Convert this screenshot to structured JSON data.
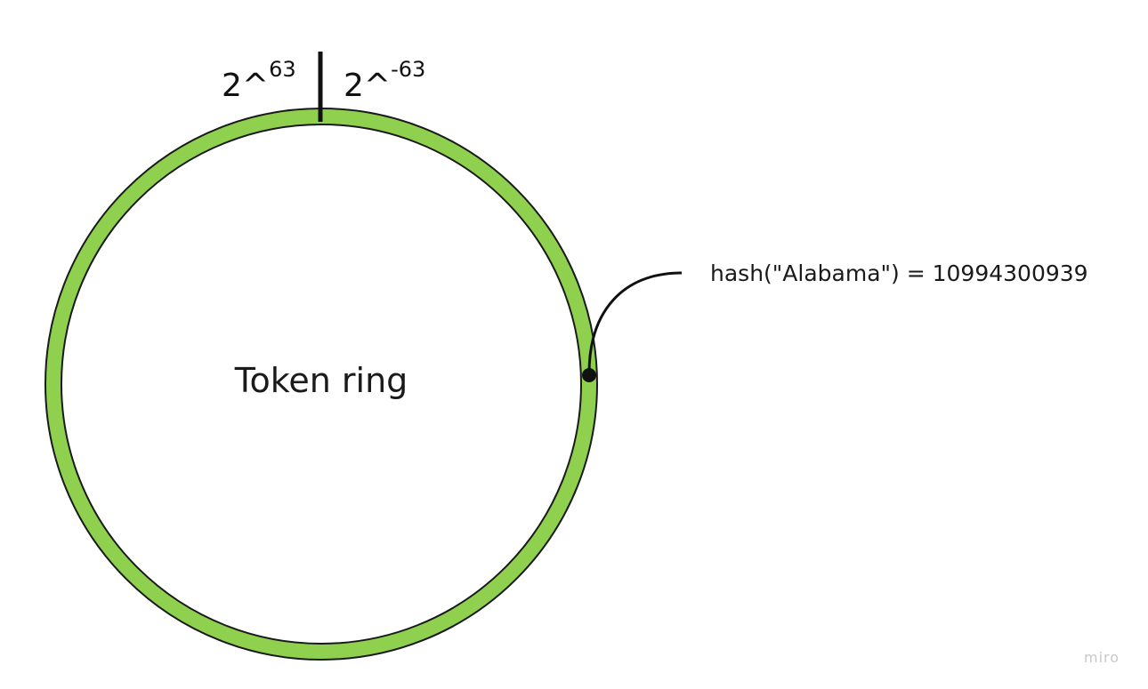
{
  "diagram": {
    "ring_label": "Token ring",
    "left_bound": {
      "base": "2^",
      "exponent": "63"
    },
    "right_bound": {
      "base": "2^",
      "exponent": "-63"
    },
    "hash_annotation": "hash(\"Alabama\") = 10994300939",
    "watermark": "miro"
  },
  "colors": {
    "ring_fill": "#8fd14f",
    "ring_stroke": "#1a1a1a",
    "text": "#1a1a1a",
    "watermark": "#c8c8c8"
  }
}
